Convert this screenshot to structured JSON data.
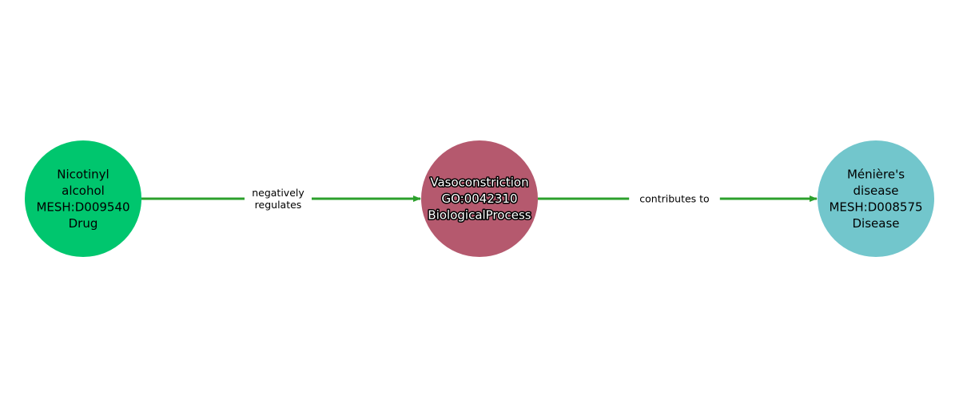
{
  "diagram": {
    "nodes": [
      {
        "id": "drug",
        "lines": [
          "Nicotinyl",
          "alcohol",
          "MESH:D009540",
          "Drug"
        ],
        "color": "#00c66e",
        "label_style": "plain"
      },
      {
        "id": "process",
        "lines": [
          "Vasoconstriction",
          "GO:0042310",
          "BiologicalProcess"
        ],
        "color": "#b5596e",
        "label_style": "halo"
      },
      {
        "id": "disease",
        "lines": [
          "Ménière's",
          "disease",
          "MESH:D008575",
          "Disease"
        ],
        "color": "#72c6cc",
        "label_style": "plain"
      }
    ],
    "edges": [
      {
        "from": "drug",
        "to": "process",
        "lines": [
          "negatively",
          "regulates"
        ],
        "color": "#2ca02c"
      },
      {
        "from": "process",
        "to": "disease",
        "lines": [
          "contributes to"
        ],
        "color": "#2ca02c"
      }
    ]
  }
}
